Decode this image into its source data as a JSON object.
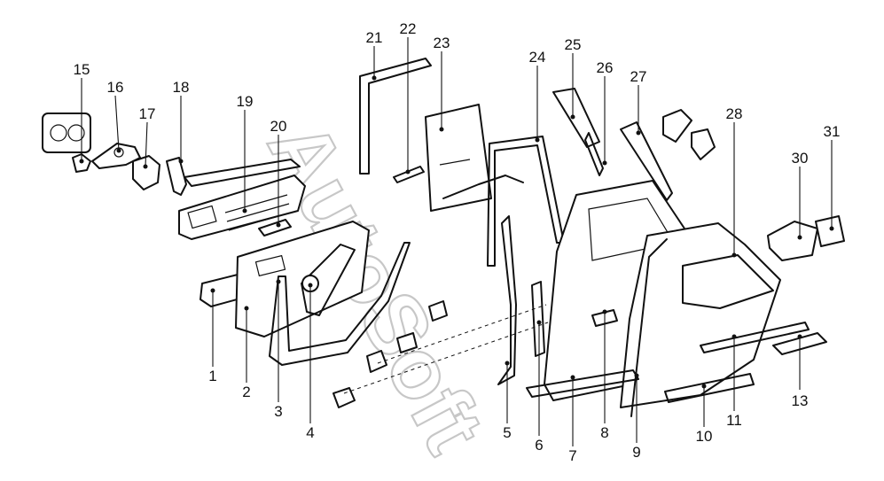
{
  "watermark": "AutoSoft",
  "callouts": [
    {
      "n": "1"
    },
    {
      "n": "2"
    },
    {
      "n": "3"
    },
    {
      "n": "4"
    },
    {
      "n": "5"
    },
    {
      "n": "6"
    },
    {
      "n": "7"
    },
    {
      "n": "8"
    },
    {
      "n": "9"
    },
    {
      "n": "10"
    },
    {
      "n": "11"
    },
    {
      "n": "13"
    },
    {
      "n": "15"
    },
    {
      "n": "16"
    },
    {
      "n": "17"
    },
    {
      "n": "18"
    },
    {
      "n": "19"
    },
    {
      "n": "20"
    },
    {
      "n": "21"
    },
    {
      "n": "22"
    },
    {
      "n": "23"
    },
    {
      "n": "24"
    },
    {
      "n": "25"
    },
    {
      "n": "26"
    },
    {
      "n": "27"
    },
    {
      "n": "28"
    },
    {
      "n": "30"
    },
    {
      "n": "31"
    }
  ]
}
